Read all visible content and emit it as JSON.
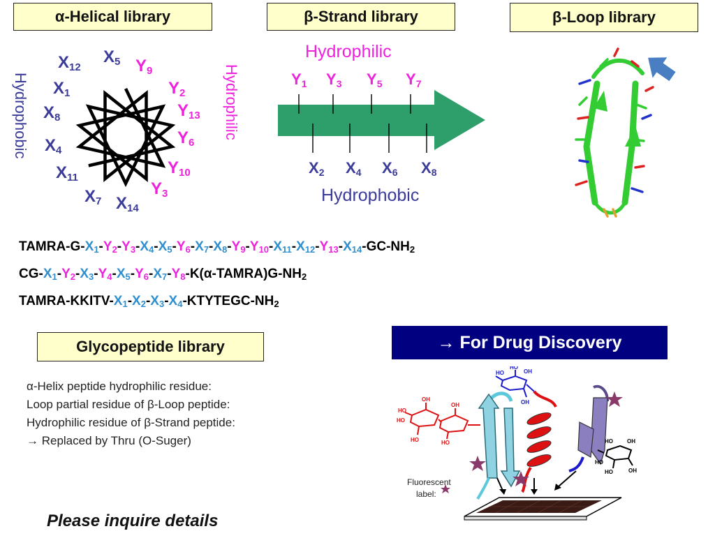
{
  "libraries": {
    "helical": "α-Helical library",
    "strand": "β-Strand library",
    "loop": "β-Loop library",
    "glyco": "Glycopeptide library"
  },
  "helix": {
    "side_left": "Hydrophobic",
    "side_right": "Hydrophilic",
    "residues": [
      {
        "l": "X",
        "n": "12",
        "t": "x"
      },
      {
        "l": "X",
        "n": "5",
        "t": "x"
      },
      {
        "l": "Y",
        "n": "9",
        "t": "y"
      },
      {
        "l": "X",
        "n": "1",
        "t": "x"
      },
      {
        "l": "Y",
        "n": "2",
        "t": "y"
      },
      {
        "l": "X",
        "n": "8",
        "t": "x"
      },
      {
        "l": "Y",
        "n": "13",
        "t": "y"
      },
      {
        "l": "X",
        "n": "4",
        "t": "x"
      },
      {
        "l": "Y",
        "n": "6",
        "t": "y"
      },
      {
        "l": "X",
        "n": "11",
        "t": "x"
      },
      {
        "l": "Y",
        "n": "10",
        "t": "y"
      },
      {
        "l": "X",
        "n": "7",
        "t": "x"
      },
      {
        "l": "X",
        "n": "14",
        "t": "x"
      },
      {
        "l": "Y",
        "n": "3",
        "t": "y"
      }
    ]
  },
  "strand": {
    "top_label": "Hydrophilic",
    "bottom_label": "Hydrophobic",
    "top": [
      {
        "l": "Y",
        "n": "1"
      },
      {
        "l": "Y",
        "n": "3"
      },
      {
        "l": "Y",
        "n": "5"
      },
      {
        "l": "Y",
        "n": "7"
      }
    ],
    "bottom": [
      {
        "l": "X",
        "n": "2"
      },
      {
        "l": "X",
        "n": "4"
      },
      {
        "l": "X",
        "n": "6"
      },
      {
        "l": "X",
        "n": "8"
      }
    ]
  },
  "sequences": [
    [
      [
        "k",
        "TAMRA-G-"
      ],
      [
        "b",
        "X",
        "1"
      ],
      [
        "k",
        "-"
      ],
      [
        "y",
        "Y",
        "2"
      ],
      [
        "k",
        "-"
      ],
      [
        "y",
        "Y",
        "3"
      ],
      [
        "k",
        "-"
      ],
      [
        "b",
        "X",
        "4"
      ],
      [
        "k",
        "-"
      ],
      [
        "b",
        "X",
        "5"
      ],
      [
        "k",
        "-"
      ],
      [
        "y",
        "Y",
        "6"
      ],
      [
        "k",
        "-"
      ],
      [
        "b",
        "X",
        "7"
      ],
      [
        "k",
        "-"
      ],
      [
        "b",
        "X",
        "8"
      ],
      [
        "k",
        "-"
      ],
      [
        "y",
        "Y",
        "9"
      ],
      [
        "k",
        "-"
      ],
      [
        "y",
        "Y",
        "10"
      ],
      [
        "k",
        "-"
      ],
      [
        "b",
        "X",
        "11"
      ],
      [
        "k",
        "-"
      ],
      [
        "b",
        "X",
        "12"
      ],
      [
        "k",
        "-"
      ],
      [
        "y",
        "Y",
        "13"
      ],
      [
        "k",
        "-"
      ],
      [
        "b",
        "X",
        "14"
      ],
      [
        "k",
        "-GC-NH"
      ],
      [
        "k",
        "",
        "2"
      ]
    ],
    [
      [
        "k",
        "CG-"
      ],
      [
        "b",
        "X",
        "1"
      ],
      [
        "k",
        "-"
      ],
      [
        "y",
        "Y",
        "2"
      ],
      [
        "k",
        "-"
      ],
      [
        "b",
        "X",
        "3"
      ],
      [
        "k",
        "-"
      ],
      [
        "y",
        "Y",
        "4"
      ],
      [
        "k",
        "-"
      ],
      [
        "b",
        "X",
        "5"
      ],
      [
        "k",
        "-"
      ],
      [
        "y",
        "Y",
        "6"
      ],
      [
        "k",
        "-"
      ],
      [
        "b",
        "X",
        "7"
      ],
      [
        "k",
        "-"
      ],
      [
        "y",
        "Y",
        "8"
      ],
      [
        "k",
        "-K(α-TAMRA)G-NH"
      ],
      [
        "k",
        "",
        "2"
      ]
    ],
    [
      [
        "k",
        "TAMRA-KKITV-"
      ],
      [
        "b",
        "X",
        "1"
      ],
      [
        "k",
        "-"
      ],
      [
        "b",
        "X",
        "2"
      ],
      [
        "k",
        "-"
      ],
      [
        "b",
        "X",
        "3"
      ],
      [
        "k",
        "-"
      ],
      [
        "b",
        "X",
        "4"
      ],
      [
        "k",
        "-KTYTEGC-NH"
      ],
      [
        "k",
        "",
        "2"
      ]
    ]
  ],
  "notes": [
    "α-Helix peptide hydrophilic residue:",
    "Loop partial residue of β-Loop peptide:",
    "Hydrophilic residue of β-Strand peptide:",
    "→ Replaced by Thru (O-Suger)"
  ],
  "drug_banner": "→ For Drug Discovery",
  "fluor_label": "Fluorescent",
  "fluor_label2": "label:",
  "inquire": "Please inquire details",
  "colors": {
    "x": "#3b3b9a",
    "y": "#ee22dd",
    "blue_seq": "#2f8fcf",
    "arrow": "#2e9e6b",
    "banner": "#000080",
    "box": "#ffffcc"
  }
}
